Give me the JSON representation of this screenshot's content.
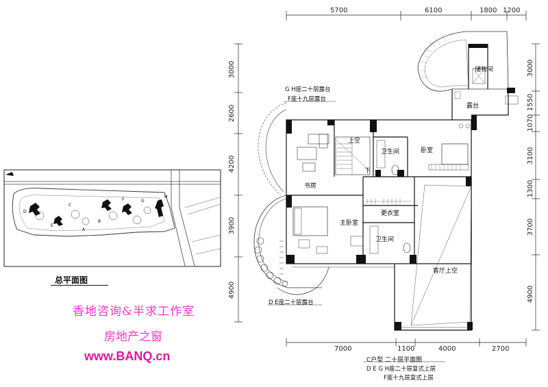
{
  "dims_top": [
    "5700",
    "6100",
    "1800",
    "1200"
  ],
  "dims_bottom": [
    "7000",
    "1100",
    "4000",
    "2700"
  ],
  "dims_left": [
    "3000",
    "2600",
    "4200",
    "3900",
    "4900"
  ],
  "dims_right": [
    "3000",
    "1550",
    "1070",
    "3100",
    "1300",
    "3700",
    "4900"
  ],
  "rooms": {
    "storage": "储物间",
    "terrace": "露台",
    "upper_void": "上空",
    "bathroom_1": "卫生间",
    "bedroom": "卧室",
    "down": "下",
    "study": "书房",
    "dressing": "更衣室",
    "master_bedroom": "主卧室",
    "bathroom_2": "卫生间",
    "living_void": "客厅上空"
  },
  "notes": {
    "terrace_gh": "G H座二十层露台",
    "terrace_f": "F座十九层露台",
    "terrace_de": "D E座二十层露台"
  },
  "site_plan": {
    "title": "总平面图",
    "labels": [
      "D",
      "E",
      "C",
      "B",
      "A",
      "F",
      "G",
      "H"
    ]
  },
  "watermark": {
    "line1": "香地咨询&半求工作室",
    "line2": "房地产之窗",
    "line3": "www.BANQ.cn"
  },
  "caption": {
    "line1": "C户型  二十层平面图",
    "line2": "D E G H座二十层复式上层",
    "line3": "F座十九层复式上层"
  }
}
